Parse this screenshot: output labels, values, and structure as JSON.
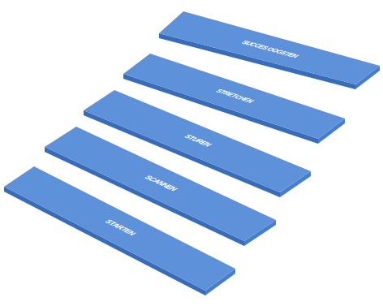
{
  "diagram": {
    "nodes": [
      {
        "text": [
          "STARTEN"
        ]
      },
      {
        "text": [
          "SCANNEN"
        ]
      },
      {
        "text": [
          "STUREN"
        ]
      },
      {
        "text": [
          "STRETCHEN"
        ]
      },
      {
        "text": [
          "SUCCES OOGSTEN"
        ]
      }
    ]
  }
}
